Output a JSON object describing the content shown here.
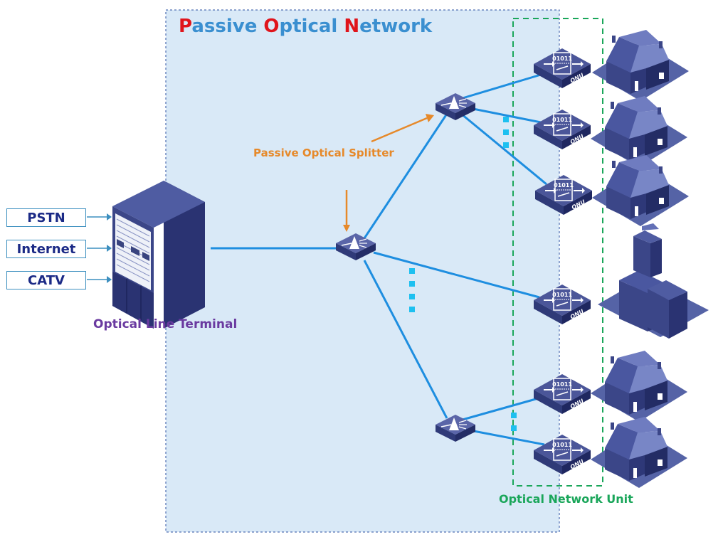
{
  "title": {
    "parts": [
      {
        "initial": "P",
        "rest": "assive "
      },
      {
        "initial": "O",
        "rest": "ptical "
      },
      {
        "initial": "N",
        "rest": "etwork"
      }
    ],
    "initial_color": "#e0141b",
    "rest_color": "#3a8fd0"
  },
  "services": [
    {
      "label": "PSTN"
    },
    {
      "label": "Internet"
    },
    {
      "label": "CATV"
    }
  ],
  "labels": {
    "olt": "Optical Line Terminal",
    "splitter": "Passive Optical Splitter",
    "onu": "Optical Network Unit",
    "onu_device": "ONU",
    "onu_bits": "01011"
  },
  "colors": {
    "pon_region": "#d9e9f7",
    "fiber": "#1e8ee0",
    "device": "#3e4a8c",
    "olt_label": "#6a3aa0",
    "splitter_label": "#e6892a",
    "onu_label": "#1aa65a",
    "ellipsis": "#1ec0f0"
  },
  "onus": [
    {
      "premise": "house"
    },
    {
      "premise": "house"
    },
    {
      "premise": "house"
    },
    {
      "premise": "building"
    },
    {
      "premise": "house"
    },
    {
      "premise": "house"
    }
  ]
}
